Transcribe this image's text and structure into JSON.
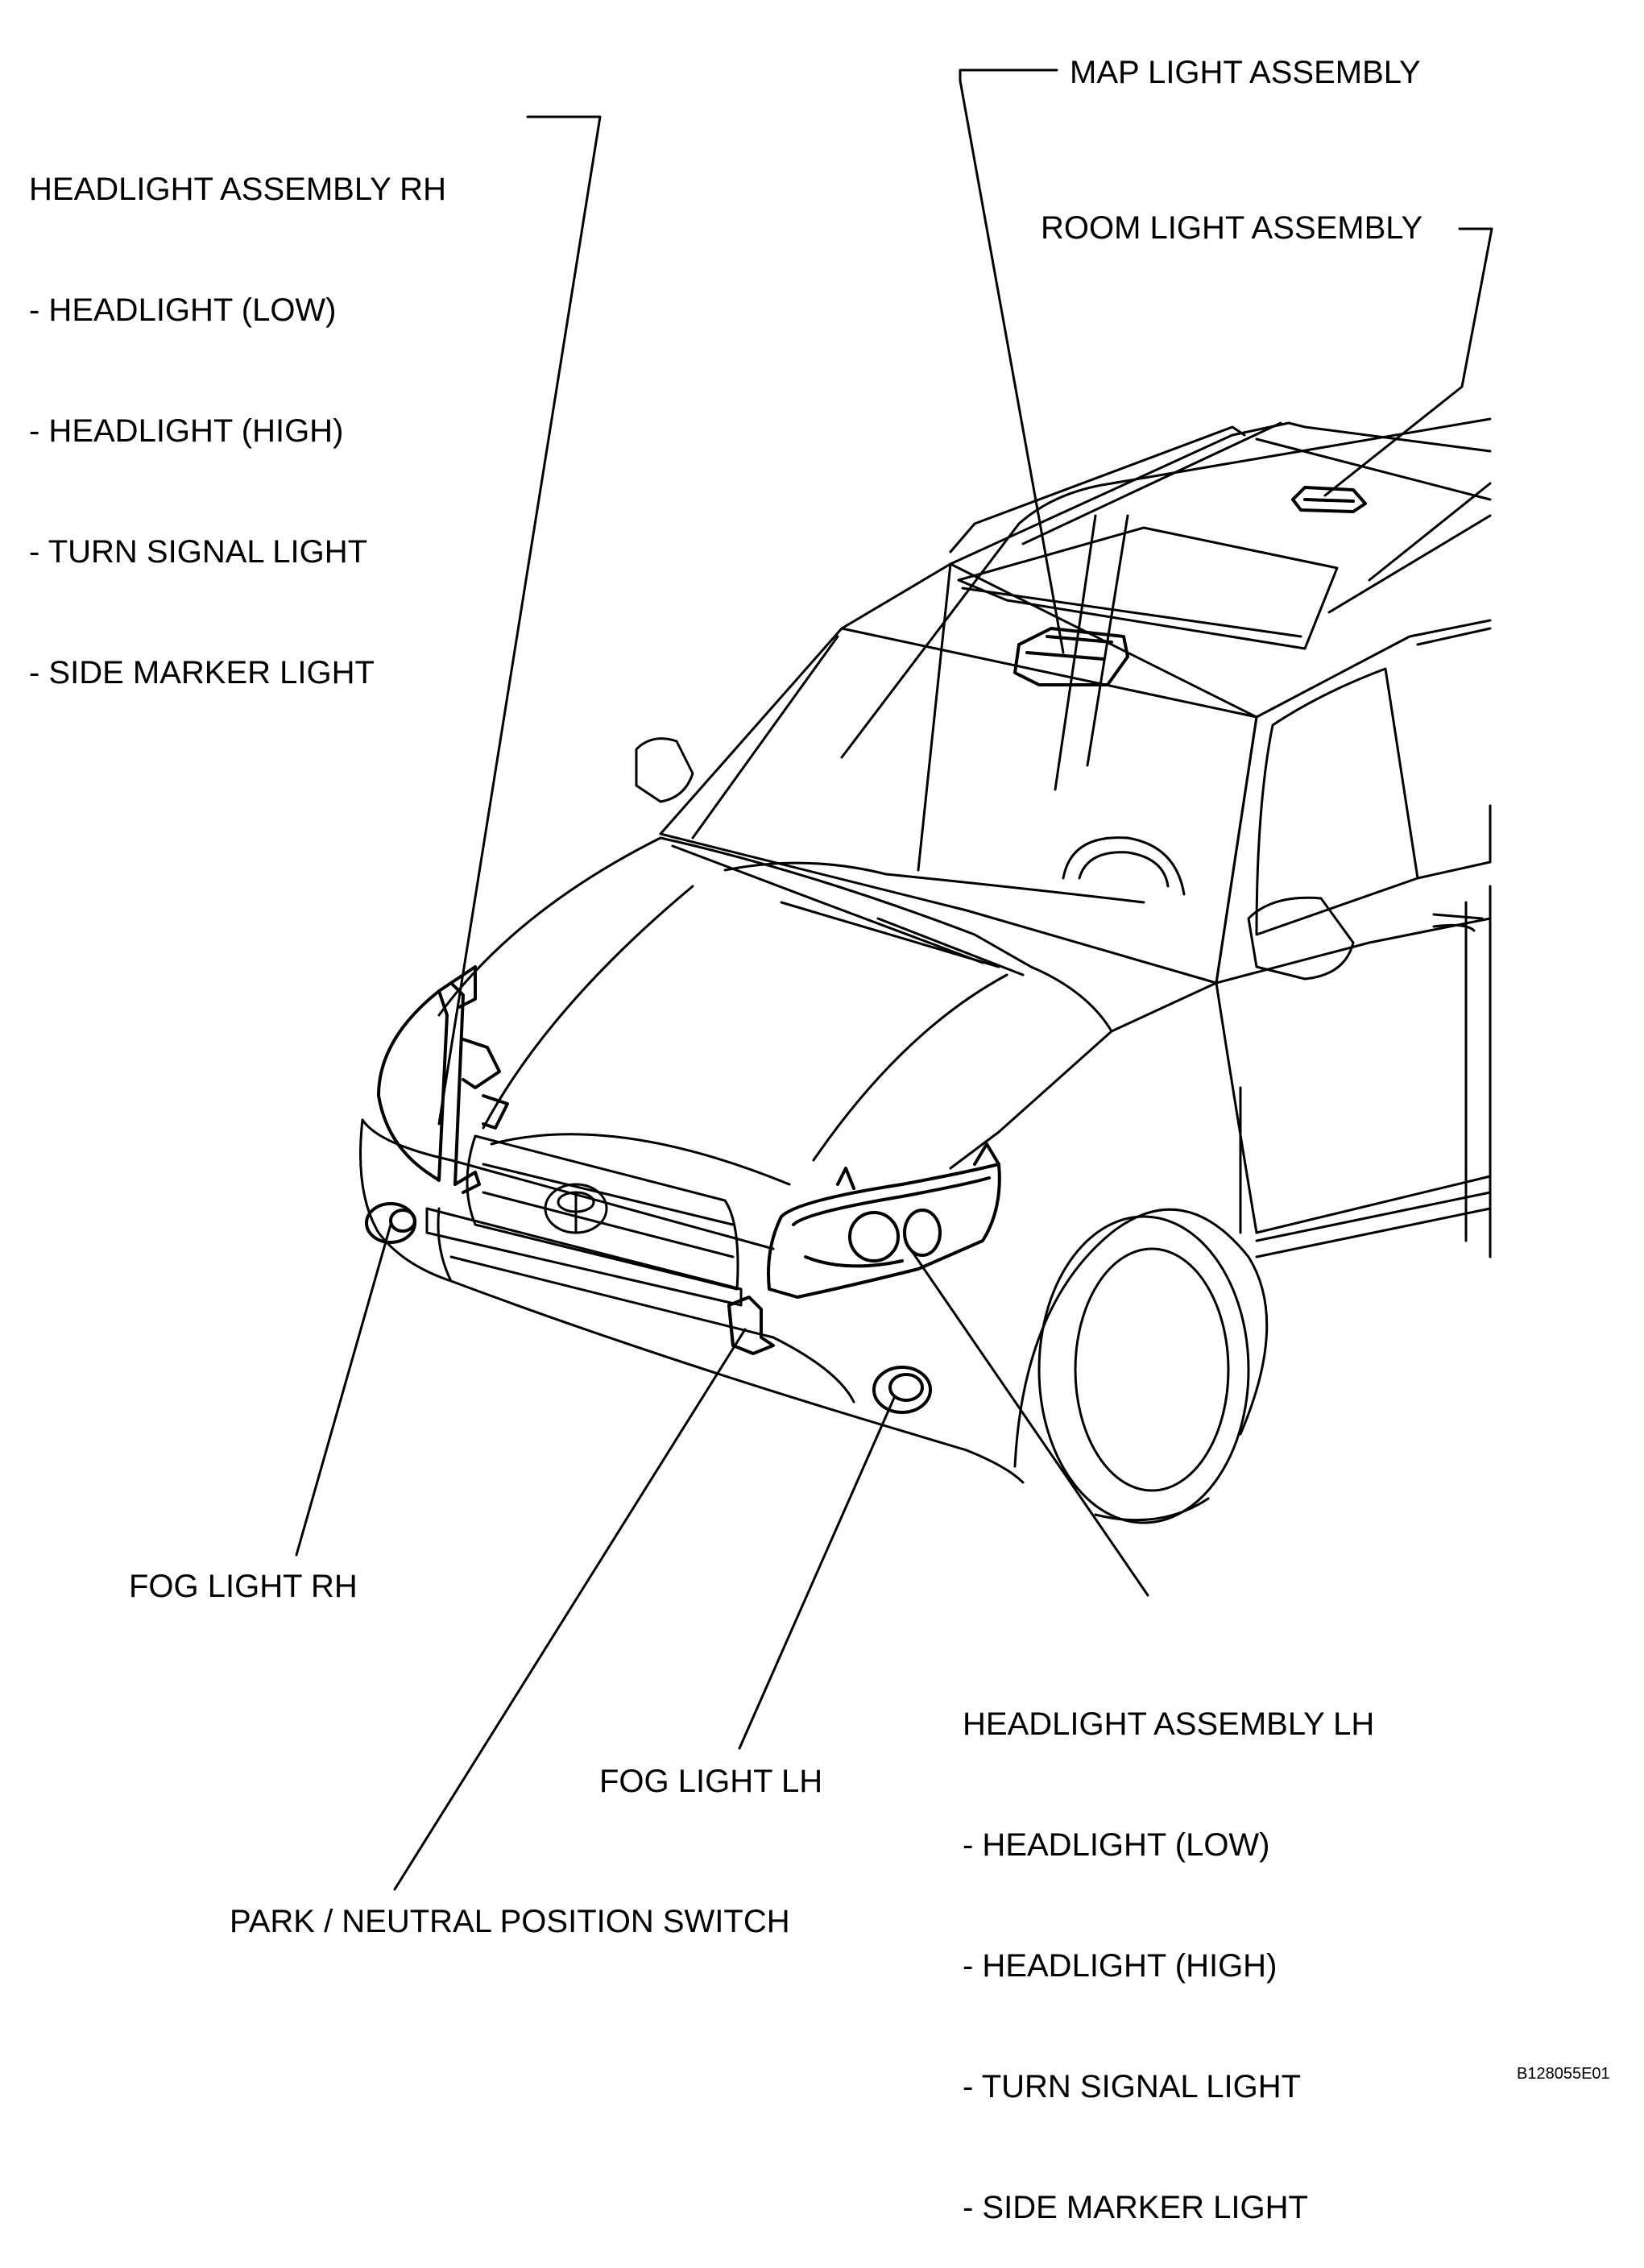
{
  "labels": {
    "headlight_rh": {
      "title": "HEADLIGHT ASSEMBLY RH",
      "items": [
        "- HEADLIGHT (LOW)",
        "- HEADLIGHT (HIGH)",
        "- TURN SIGNAL LIGHT",
        "- SIDE MARKER LIGHT"
      ]
    },
    "map_light": "MAP LIGHT ASSEMBLY",
    "room_light": "ROOM LIGHT ASSEMBLY",
    "fog_rh": "FOG LIGHT RH",
    "headlight_lh": {
      "title": "HEADLIGHT ASSEMBLY LH",
      "items": [
        "- HEADLIGHT (LOW)",
        "- HEADLIGHT (HIGH)",
        "- TURN SIGNAL LIGHT",
        "- SIDE MARKER LIGHT"
      ]
    },
    "fog_lh": "FOG LIGHT LH",
    "park_switch": "PARK / NEUTRAL POSITION SWITCH"
  },
  "figure_code": "B128055E01",
  "colors": {
    "line": "#000000",
    "background": "#ffffff"
  }
}
